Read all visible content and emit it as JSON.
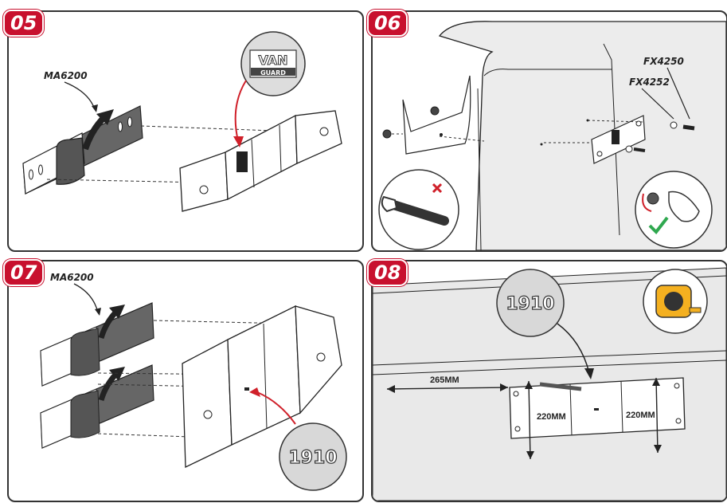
{
  "steps": [
    {
      "number": "05",
      "part_label": "MA6200",
      "logo_line1": "VAN",
      "logo_line2": "GUARD"
    },
    {
      "number": "06",
      "part_label_a": "FX4250",
      "part_label_b": "FX4252"
    },
    {
      "number": "07",
      "part_label": "MA6200",
      "callout": "1910"
    },
    {
      "number": "08",
      "callout": "1910",
      "dim_horizontal": "265MM",
      "dim_left": "220MM",
      "dim_right": "220MM"
    }
  ],
  "colors": {
    "badge": "#c8102e",
    "arrow_red": "#d0202a",
    "check_green": "#2fa84f",
    "strap_gray": "#6b6b6b",
    "van_gray": "#e9e9e9"
  },
  "icons": [
    "wrong-wrench-icon",
    "correct-hand-tighten-icon",
    "tape-measure-icon"
  ]
}
